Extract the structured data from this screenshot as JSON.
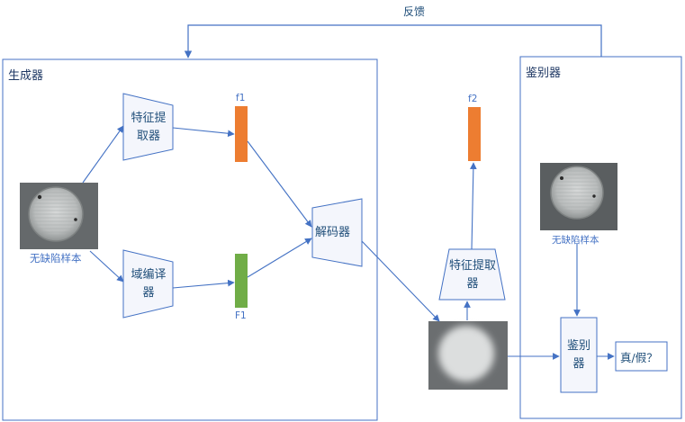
{
  "feedback_label": "反馈",
  "generator": {
    "title": "生成器",
    "feature_extractor": "特征提取器",
    "domain_encoder": "域编译器",
    "decoder": "解码器",
    "f1_label": "f1",
    "F1_label": "F1",
    "input_caption": "无缺陷样本"
  },
  "second_extractor": "特征提取器",
  "f2_label": "f2",
  "discriminator": {
    "title": "鉴别器",
    "sample_caption": "无缺陷样本",
    "node_label": "鉴别器",
    "output_label": "真/假？"
  },
  "colors": {
    "frame": "#4472c4",
    "arrow": "#4472c4",
    "f1_bar": "#ed7d31",
    "F1_bar": "#70ad47",
    "f2_bar": "#ed7d31"
  }
}
